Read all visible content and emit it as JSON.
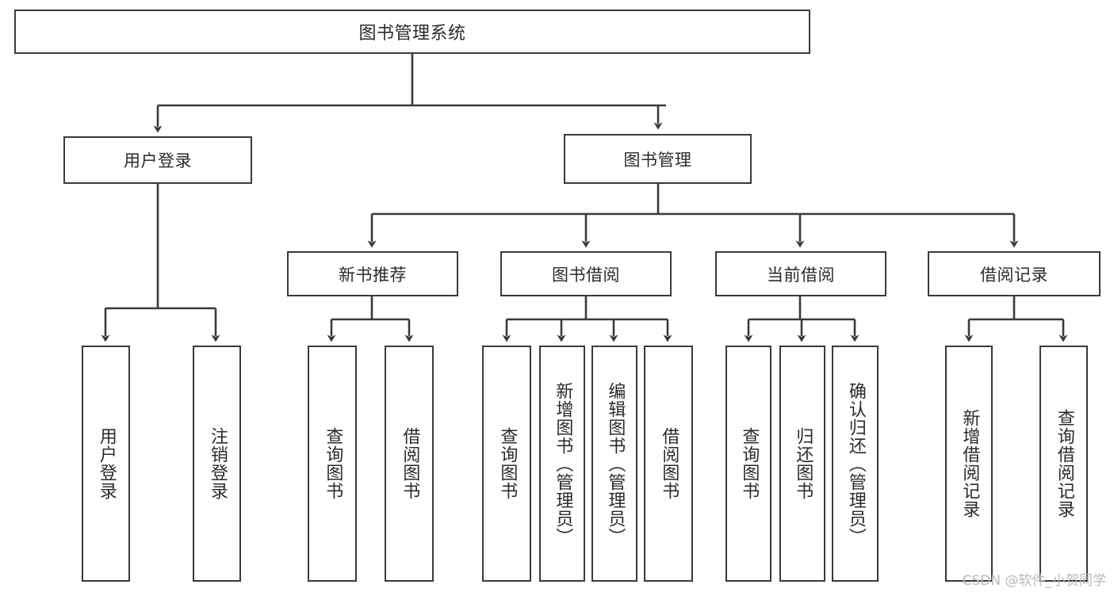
{
  "diagram": {
    "title": "图书管理系统",
    "type": "tree-hierarchy-chart",
    "line_color": "#3a3a3a",
    "box_fill": "#ffffff",
    "text_color": "#2b2b2b",
    "root": {
      "id": "root",
      "label": "图书管理系统"
    },
    "level1": [
      {
        "id": "user-login",
        "label": "用户登录"
      },
      {
        "id": "book-manage",
        "label": "图书管理"
      }
    ],
    "level2": [
      {
        "id": "new-book-recommend",
        "label": "新书推荐",
        "parent": "book-manage"
      },
      {
        "id": "book-borrow",
        "label": "图书借阅",
        "parent": "book-manage"
      },
      {
        "id": "current-borrow",
        "label": "当前借阅",
        "parent": "book-manage"
      },
      {
        "id": "borrow-record",
        "label": "借阅记录",
        "parent": "book-manage"
      }
    ],
    "leaves": [
      {
        "id": "leaf-user-login",
        "label": "用户登录",
        "parent": "user-login"
      },
      {
        "id": "leaf-user-logout",
        "label": "注销登录",
        "parent": "user-login"
      },
      {
        "id": "leaf-query-book-1",
        "label": "查询图书",
        "parent": "new-book-recommend"
      },
      {
        "id": "leaf-borrow-book-1",
        "label": "借阅图书",
        "parent": "new-book-recommend"
      },
      {
        "id": "leaf-query-book-2",
        "label": "查询图书",
        "parent": "book-borrow"
      },
      {
        "id": "leaf-add-book",
        "label": "新增图书（管理员）",
        "parent": "book-borrow"
      },
      {
        "id": "leaf-edit-book",
        "label": "编辑图书（管理员）",
        "parent": "book-borrow"
      },
      {
        "id": "leaf-borrow-book-2",
        "label": "借阅图书",
        "parent": "book-borrow"
      },
      {
        "id": "leaf-query-book-3",
        "label": "查询图书",
        "parent": "current-borrow"
      },
      {
        "id": "leaf-return-book",
        "label": "归还图书",
        "parent": "current-borrow"
      },
      {
        "id": "leaf-confirm-return",
        "label": "确认归还（管理员）",
        "parent": "current-borrow"
      },
      {
        "id": "leaf-add-record",
        "label": "新增借阅记录",
        "parent": "borrow-record"
      },
      {
        "id": "leaf-query-record",
        "label": "查询借阅记录",
        "parent": "borrow-record"
      }
    ],
    "watermark": "CSDN @软件_小贺同学"
  }
}
